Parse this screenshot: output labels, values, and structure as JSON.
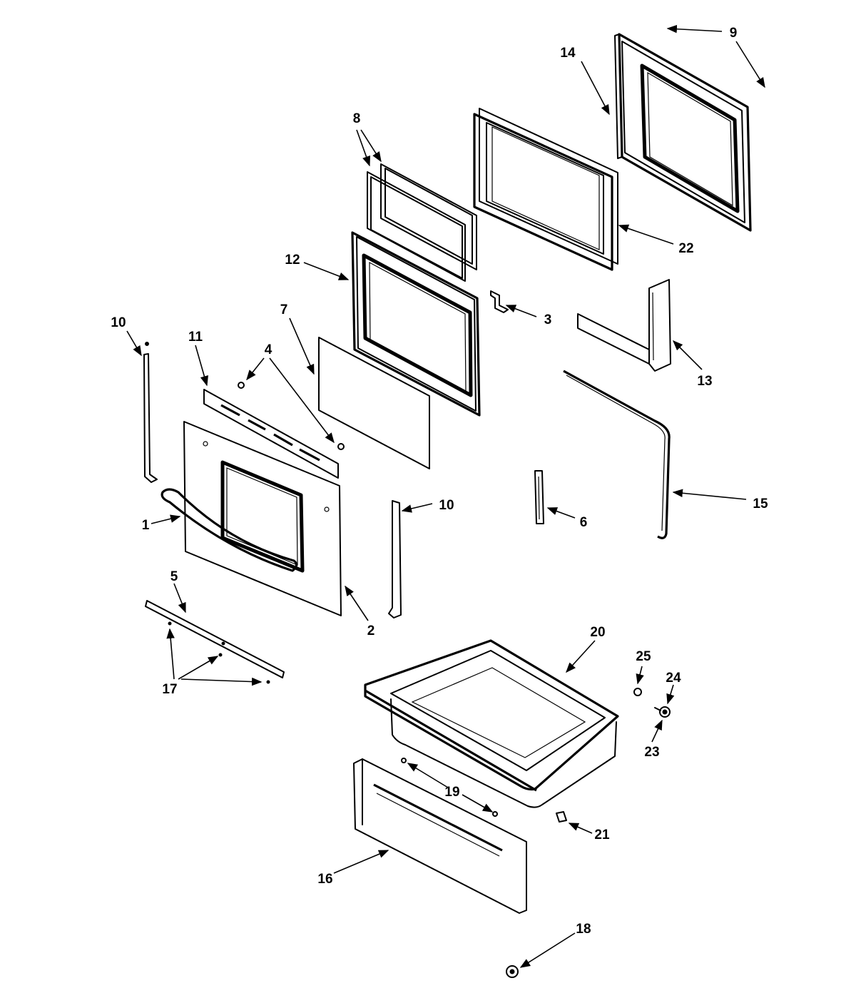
{
  "callouts": {
    "c1": "1",
    "c2": "2",
    "c3": "3",
    "c4": "4",
    "c5": "5",
    "c6": "6",
    "c7": "7",
    "c8": "8",
    "c9": "9",
    "c10a": "10",
    "c10b": "10",
    "c11": "11",
    "c12": "12",
    "c13": "13",
    "c14": "14",
    "c15": "15",
    "c16": "16",
    "c17": "17",
    "c18": "18",
    "c19": "19",
    "c20": "20",
    "c21": "21",
    "c22": "22",
    "c23": "23",
    "c24": "24",
    "c25": "25"
  }
}
